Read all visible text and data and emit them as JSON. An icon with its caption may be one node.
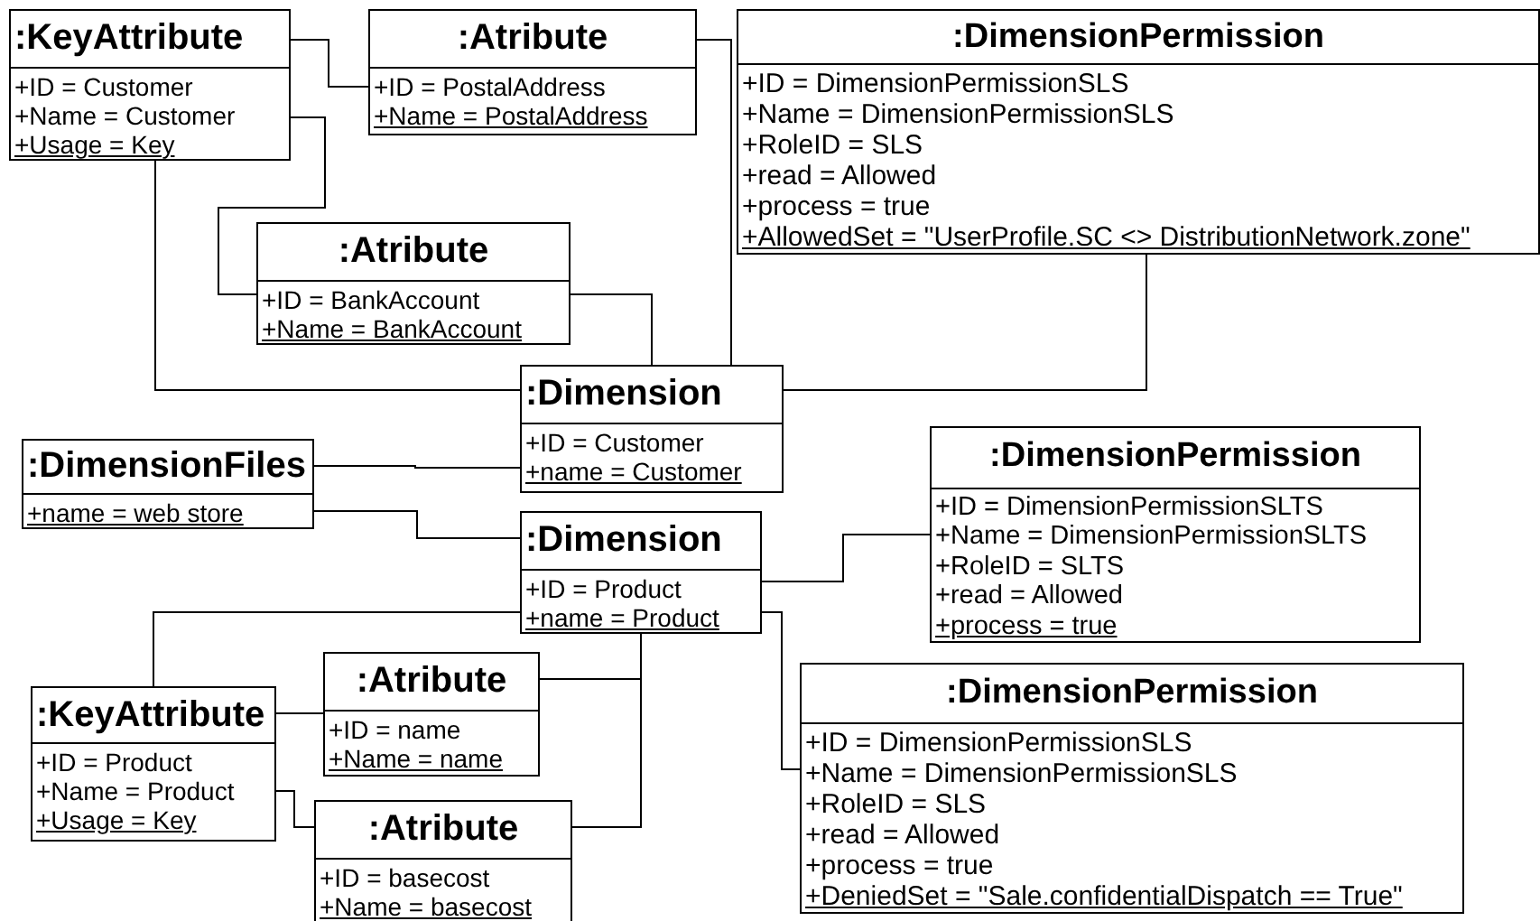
{
  "diagram": {
    "nodes": [
      {
        "text": [
          ":KeyAttribute",
          "+ID = Customer",
          "+Name = Customer",
          "+Usage = Key"
        ]
      },
      {
        "text": [
          ":Atribute",
          "+ID = PostalAddress",
          "+Name = PostalAddress"
        ]
      },
      {
        "text": [
          ":DimensionPermission",
          "+ID = DimensionPermissionSLS",
          "+Name = DimensionPermissionSLS",
          "+RoleID = SLS",
          "+read = Allowed",
          "+process = true",
          "+AllowedSet = \"UserProfile.SC <> DistributionNetwork.zone\""
        ]
      },
      {
        "text": [
          ":Atribute",
          "+ID = BankAccount",
          "+Name = BankAccount"
        ]
      },
      {
        "text": [
          ":Dimension",
          "+ID = Customer",
          "+name = Customer"
        ]
      },
      {
        "text": [
          ":DimensionFiles",
          "+name = web store"
        ]
      },
      {
        "text": [
          ":Dimension",
          "+ID = Product",
          "+name = Product"
        ]
      },
      {
        "text": [
          ":DimensionPermission",
          "+ID = DimensionPermissionSLTS",
          "+Name = DimensionPermissionSLTS",
          "+RoleID = SLTS",
          "+read = Allowed",
          "+process = true"
        ]
      },
      {
        "text": [
          ":KeyAttribute",
          "+ID = Product",
          "+Name = Product",
          "+Usage = Key"
        ]
      },
      {
        "text": [
          ":Atribute",
          "+ID = name",
          "+Name = name"
        ]
      },
      {
        "text": [
          ":DimensionPermission",
          "+ID = DimensionPermissionSLS",
          "+Name = DimensionPermissionSLS",
          "+RoleID = SLS",
          "+read = Allowed",
          "+process = true",
          "+DeniedSet = \"Sale.confidentialDispatch == True\""
        ]
      },
      {
        "text": [
          ":Atribute",
          "+ID = basecost",
          "+Name = basecost"
        ]
      }
    ],
    "edges": [
      {
        "from": 0,
        "to": 1,
        "arrow": "none"
      },
      {
        "from": 0,
        "to": 3,
        "arrow": "none"
      },
      {
        "from": 0,
        "to": 4,
        "arrow": "none"
      },
      {
        "from": 1,
        "to": 4,
        "arrow": "none"
      },
      {
        "from": 3,
        "to": 4,
        "arrow": "none"
      },
      {
        "from": 2,
        "to": 4,
        "arrow": "none"
      },
      {
        "from": 5,
        "to": 4,
        "arrow": "none"
      },
      {
        "from": 5,
        "to": 6,
        "arrow": "none"
      },
      {
        "from": 6,
        "to": 7,
        "arrow": "none"
      },
      {
        "from": 6,
        "to": 10,
        "arrow": "none"
      },
      {
        "from": 6,
        "to": 8,
        "arrow": "none"
      },
      {
        "from": 6,
        "to": 9,
        "arrow": "none"
      },
      {
        "from": 6,
        "to": 11,
        "arrow": "none"
      },
      {
        "from": 8,
        "to": 9,
        "arrow": "none"
      },
      {
        "from": 8,
        "to": 11,
        "arrow": "none"
      }
    ]
  }
}
